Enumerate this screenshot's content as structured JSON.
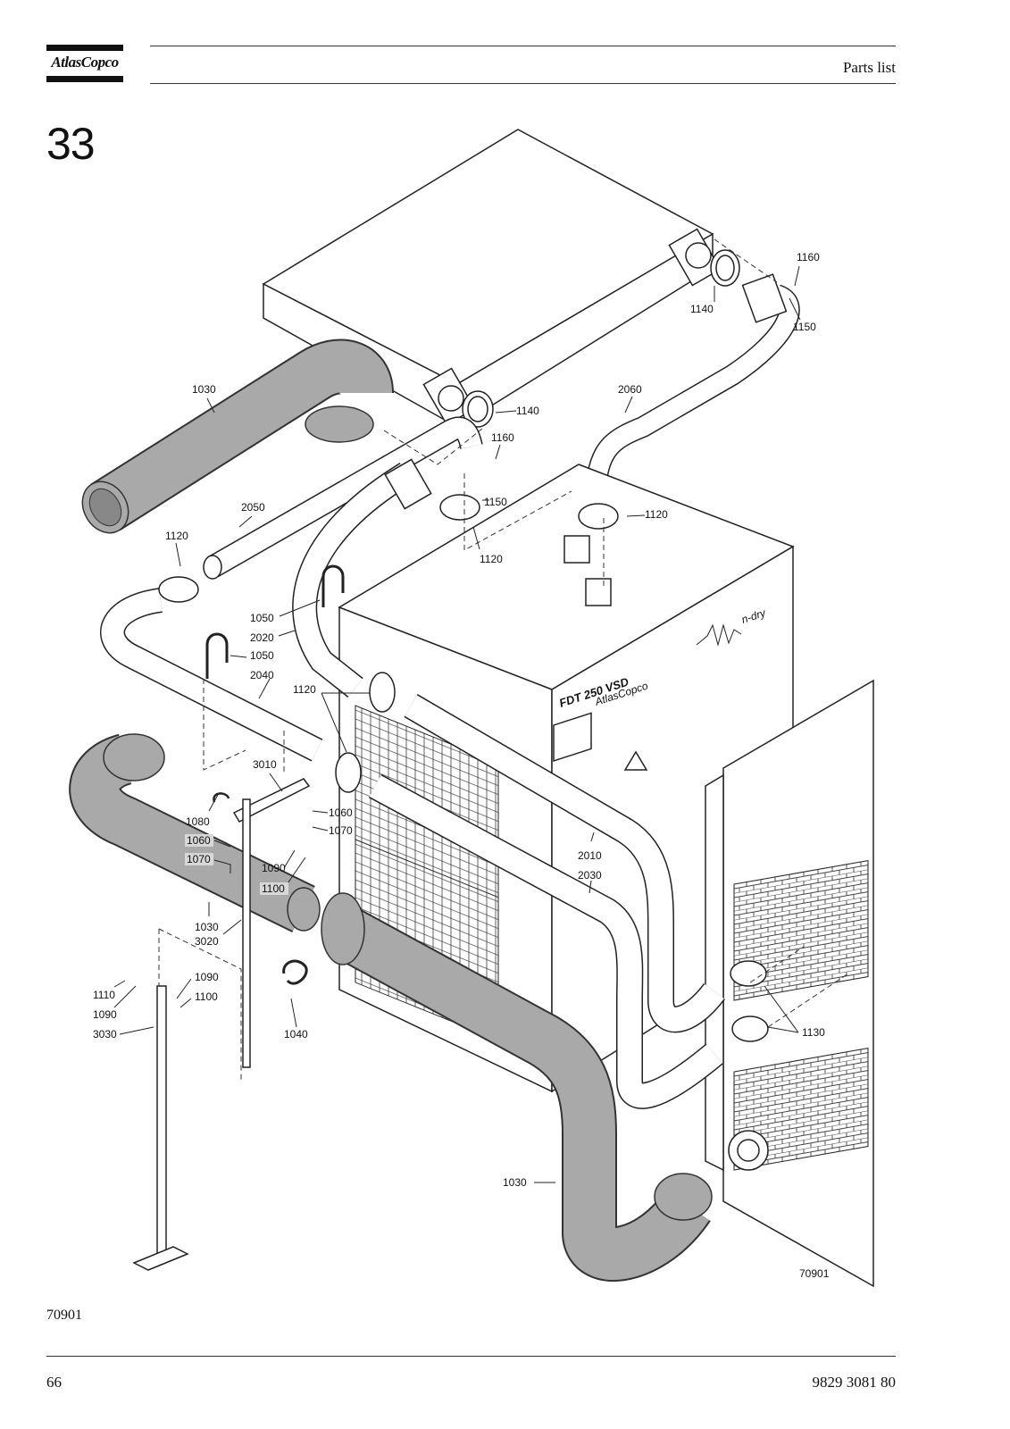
{
  "header": {
    "brand": "AtlasCopco",
    "title": "Parts list"
  },
  "section_number": "33",
  "figure_id": "70901",
  "footer": {
    "page_number": "66",
    "document_number": "9829 3081 80"
  },
  "callouts": [
    {
      "id": "c1160a",
      "text": "1160"
    },
    {
      "id": "c1140a",
      "text": "1140"
    },
    {
      "id": "c1150a",
      "text": "1150"
    },
    {
      "id": "c1030a",
      "text": "1030"
    },
    {
      "id": "c1140b",
      "text": "1140"
    },
    {
      "id": "c2060",
      "text": "2060"
    },
    {
      "id": "c1160b",
      "text": "1160"
    },
    {
      "id": "c1150b",
      "text": "1150"
    },
    {
      "id": "c2050",
      "text": "2050"
    },
    {
      "id": "c1120a",
      "text": "1120"
    },
    {
      "id": "c1120b",
      "text": "1120"
    },
    {
      "id": "c1120c",
      "text": "1120"
    },
    {
      "id": "c1050a",
      "text": "1050"
    },
    {
      "id": "c2020",
      "text": "2020"
    },
    {
      "id": "c1050b",
      "text": "1050"
    },
    {
      "id": "c2040",
      "text": "2040"
    },
    {
      "id": "c1120d",
      "text": "1120"
    },
    {
      "id": "c3010",
      "text": "3010"
    },
    {
      "id": "c1060a",
      "text": "1060"
    },
    {
      "id": "c1070a",
      "text": "1070"
    },
    {
      "id": "c1080",
      "text": "1080"
    },
    {
      "id": "c1060b",
      "text": "1060"
    },
    {
      "id": "c1070b",
      "text": "1070"
    },
    {
      "id": "c1090a",
      "text": "1090"
    },
    {
      "id": "c1100a",
      "text": "1100"
    },
    {
      "id": "c2010",
      "text": "2010"
    },
    {
      "id": "c2030",
      "text": "2030"
    },
    {
      "id": "c1030b",
      "text": "1030"
    },
    {
      "id": "c3020",
      "text": "3020"
    },
    {
      "id": "c1090b",
      "text": "1090"
    },
    {
      "id": "c1110",
      "text": "1110"
    },
    {
      "id": "c1100b",
      "text": "1100"
    },
    {
      "id": "c1090c",
      "text": "1090"
    },
    {
      "id": "c3030",
      "text": "3030"
    },
    {
      "id": "c1040",
      "text": "1040"
    },
    {
      "id": "c1130",
      "text": "1130"
    },
    {
      "id": "c1030c",
      "text": "1030"
    },
    {
      "id": "c70901",
      "text": "70901"
    }
  ],
  "machine_labels": {
    "model": "FDT 250 VSD",
    "panel_brand": "AtlasCopco",
    "logo_text": "n-dry"
  }
}
